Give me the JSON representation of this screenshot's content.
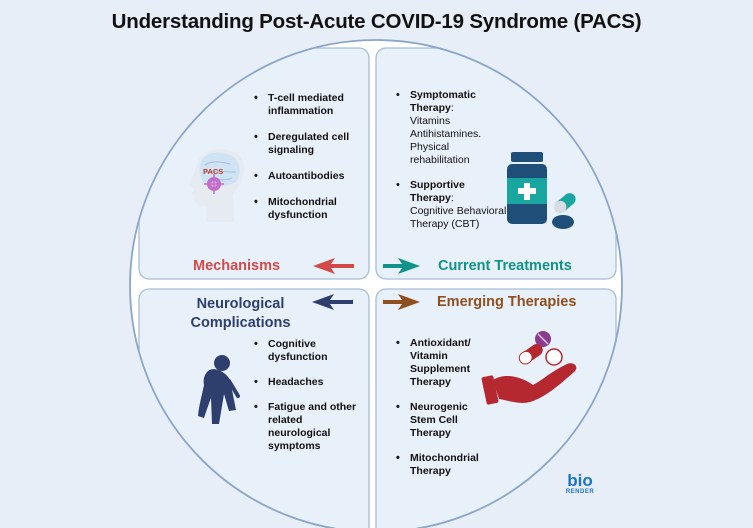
{
  "title": "Understanding Post-Acute COVID-19 Syndrome (PACS)",
  "quadrants": {
    "mechanisms": {
      "title": "Mechanisms",
      "color": "#d44a49",
      "items": [
        "T-cell mediated inflammation",
        "Deregulated cell signaling",
        "Autoantibodies",
        "Mitochondrial dysfunction"
      ],
      "icon_label": "PACS"
    },
    "treatments": {
      "title": "Current Treatments",
      "color": "#119389",
      "items": [
        {
          "label": "Symptomatic Therapy",
          "detail": "Vitamins Antihistamines. Physical rehabilitation"
        },
        {
          "label": "Supportive Therapy",
          "detail": "Cognitive Behavioral Therapy (CBT)"
        }
      ]
    },
    "neuro": {
      "title": "Neurological Complications",
      "color": "#2e3f6e",
      "items": [
        "Cognitive dysfunction",
        "Headaches",
        "Fatigue and other related neurological symptoms"
      ]
    },
    "emerging": {
      "title": "Emerging Therapies",
      "color": "#8f4f1f",
      "items": [
        "Antioxidant/ Vitamin Supplement Therapy",
        "Neurogenic Stem Cell Therapy",
        "Mitochondrial Therapy"
      ]
    }
  },
  "logo": {
    "top": "bio",
    "bottom": "RENDER",
    "color": "#1a73c9"
  }
}
